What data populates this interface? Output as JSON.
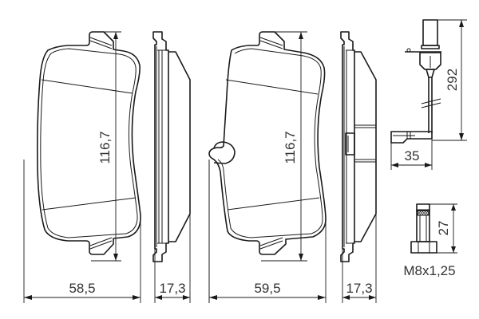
{
  "drawing": {
    "background": "#ffffff",
    "line_color": "#1a1a1a",
    "text_color": "#333333"
  },
  "pad_left": {
    "width_label": "58,5",
    "height_label": "116,7",
    "thickness_label": "17,3"
  },
  "pad_right": {
    "width_label": "59,5",
    "height_label": "116,7",
    "thickness_label": "17,3"
  },
  "wear_sensor": {
    "length_label": "292",
    "width_label": "35"
  },
  "bolt": {
    "length_label": "27",
    "thread_label": "M8x1,25"
  }
}
